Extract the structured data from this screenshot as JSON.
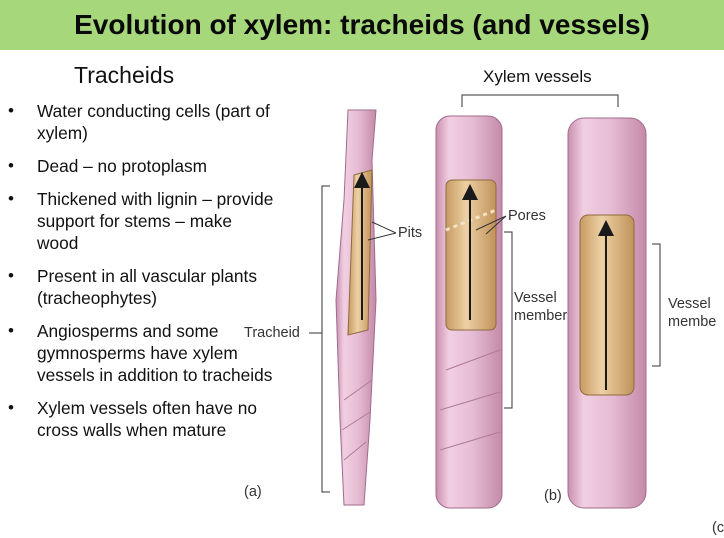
{
  "title": "Evolution of xylem: tracheids (and vessels)",
  "subtitle": "Tracheids",
  "bullets": [
    "Water conducting cells (part of xylem)",
    "Dead – no protoplasm",
    "Thickened with lignin – provide support for stems – make wood",
    "Present in all vascular plants (tracheophytes)",
    "Angiosperms and some gymnosperms have xylem vessels in addition to tracheids",
    "Xylem vessels often have no cross walls when mature"
  ],
  "figure": {
    "heading": "Xylem vessels",
    "labels": {
      "pits": "Pits",
      "tracheid": "Tracheid",
      "pores": "Pores",
      "vessel_member_b_line1": "Vessel",
      "vessel_member_b_line2": "member",
      "vessel_member_c_line1": "Vessel",
      "vessel_member_c_line2": "membe",
      "panel_a": "(a)",
      "panel_b": "(b)",
      "panel_c": "(c"
    }
  },
  "colors": {
    "title_bar": "#a6d77a",
    "cell_wall": "#e3b6cf",
    "cell_interior": "#d9b17e"
  }
}
